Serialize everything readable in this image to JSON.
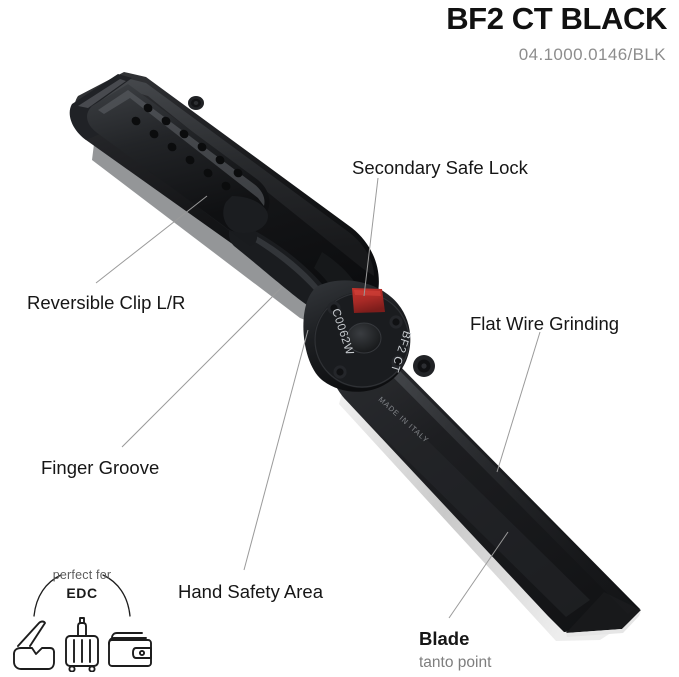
{
  "header": {
    "title": "BF2 CT BLACK",
    "model_code": "04.1000.0146/BLK"
  },
  "callouts": [
    {
      "id": "secondary-safe-lock",
      "label": "Secondary Safe Lock"
    },
    {
      "id": "reversible-clip",
      "label": "Reversible Clip L/R"
    },
    {
      "id": "flat-wire-grinding",
      "label": "Flat Wire Grinding"
    },
    {
      "id": "finger-groove",
      "label": "Finger Groove"
    },
    {
      "id": "hand-safety-area",
      "label": "Hand Safety Area"
    },
    {
      "id": "blade",
      "label": "Blade",
      "sublabel": "tanto point"
    }
  ],
  "product_markings": {
    "pivot_left": "C0062W",
    "pivot_right": "BF2 CT",
    "origin": "MADE IN ITALY"
  },
  "edc_badge": {
    "perfect_for": "perfect for",
    "acronym": "EDC",
    "icons": [
      "folding-knife-icon",
      "suitcase-icon",
      "wallet-icon"
    ]
  },
  "colors": {
    "background": "#ffffff",
    "title": "#111111",
    "subtitle": "#8d8d8d",
    "label": "#161616",
    "sublabel": "#7e7e7e",
    "leader_line": "#9a9a9a",
    "handle_black": "#17181a",
    "blade_black": "#1b1c1e",
    "blade_edge": "#d8d8d8",
    "safety_red": "#a82a26"
  }
}
